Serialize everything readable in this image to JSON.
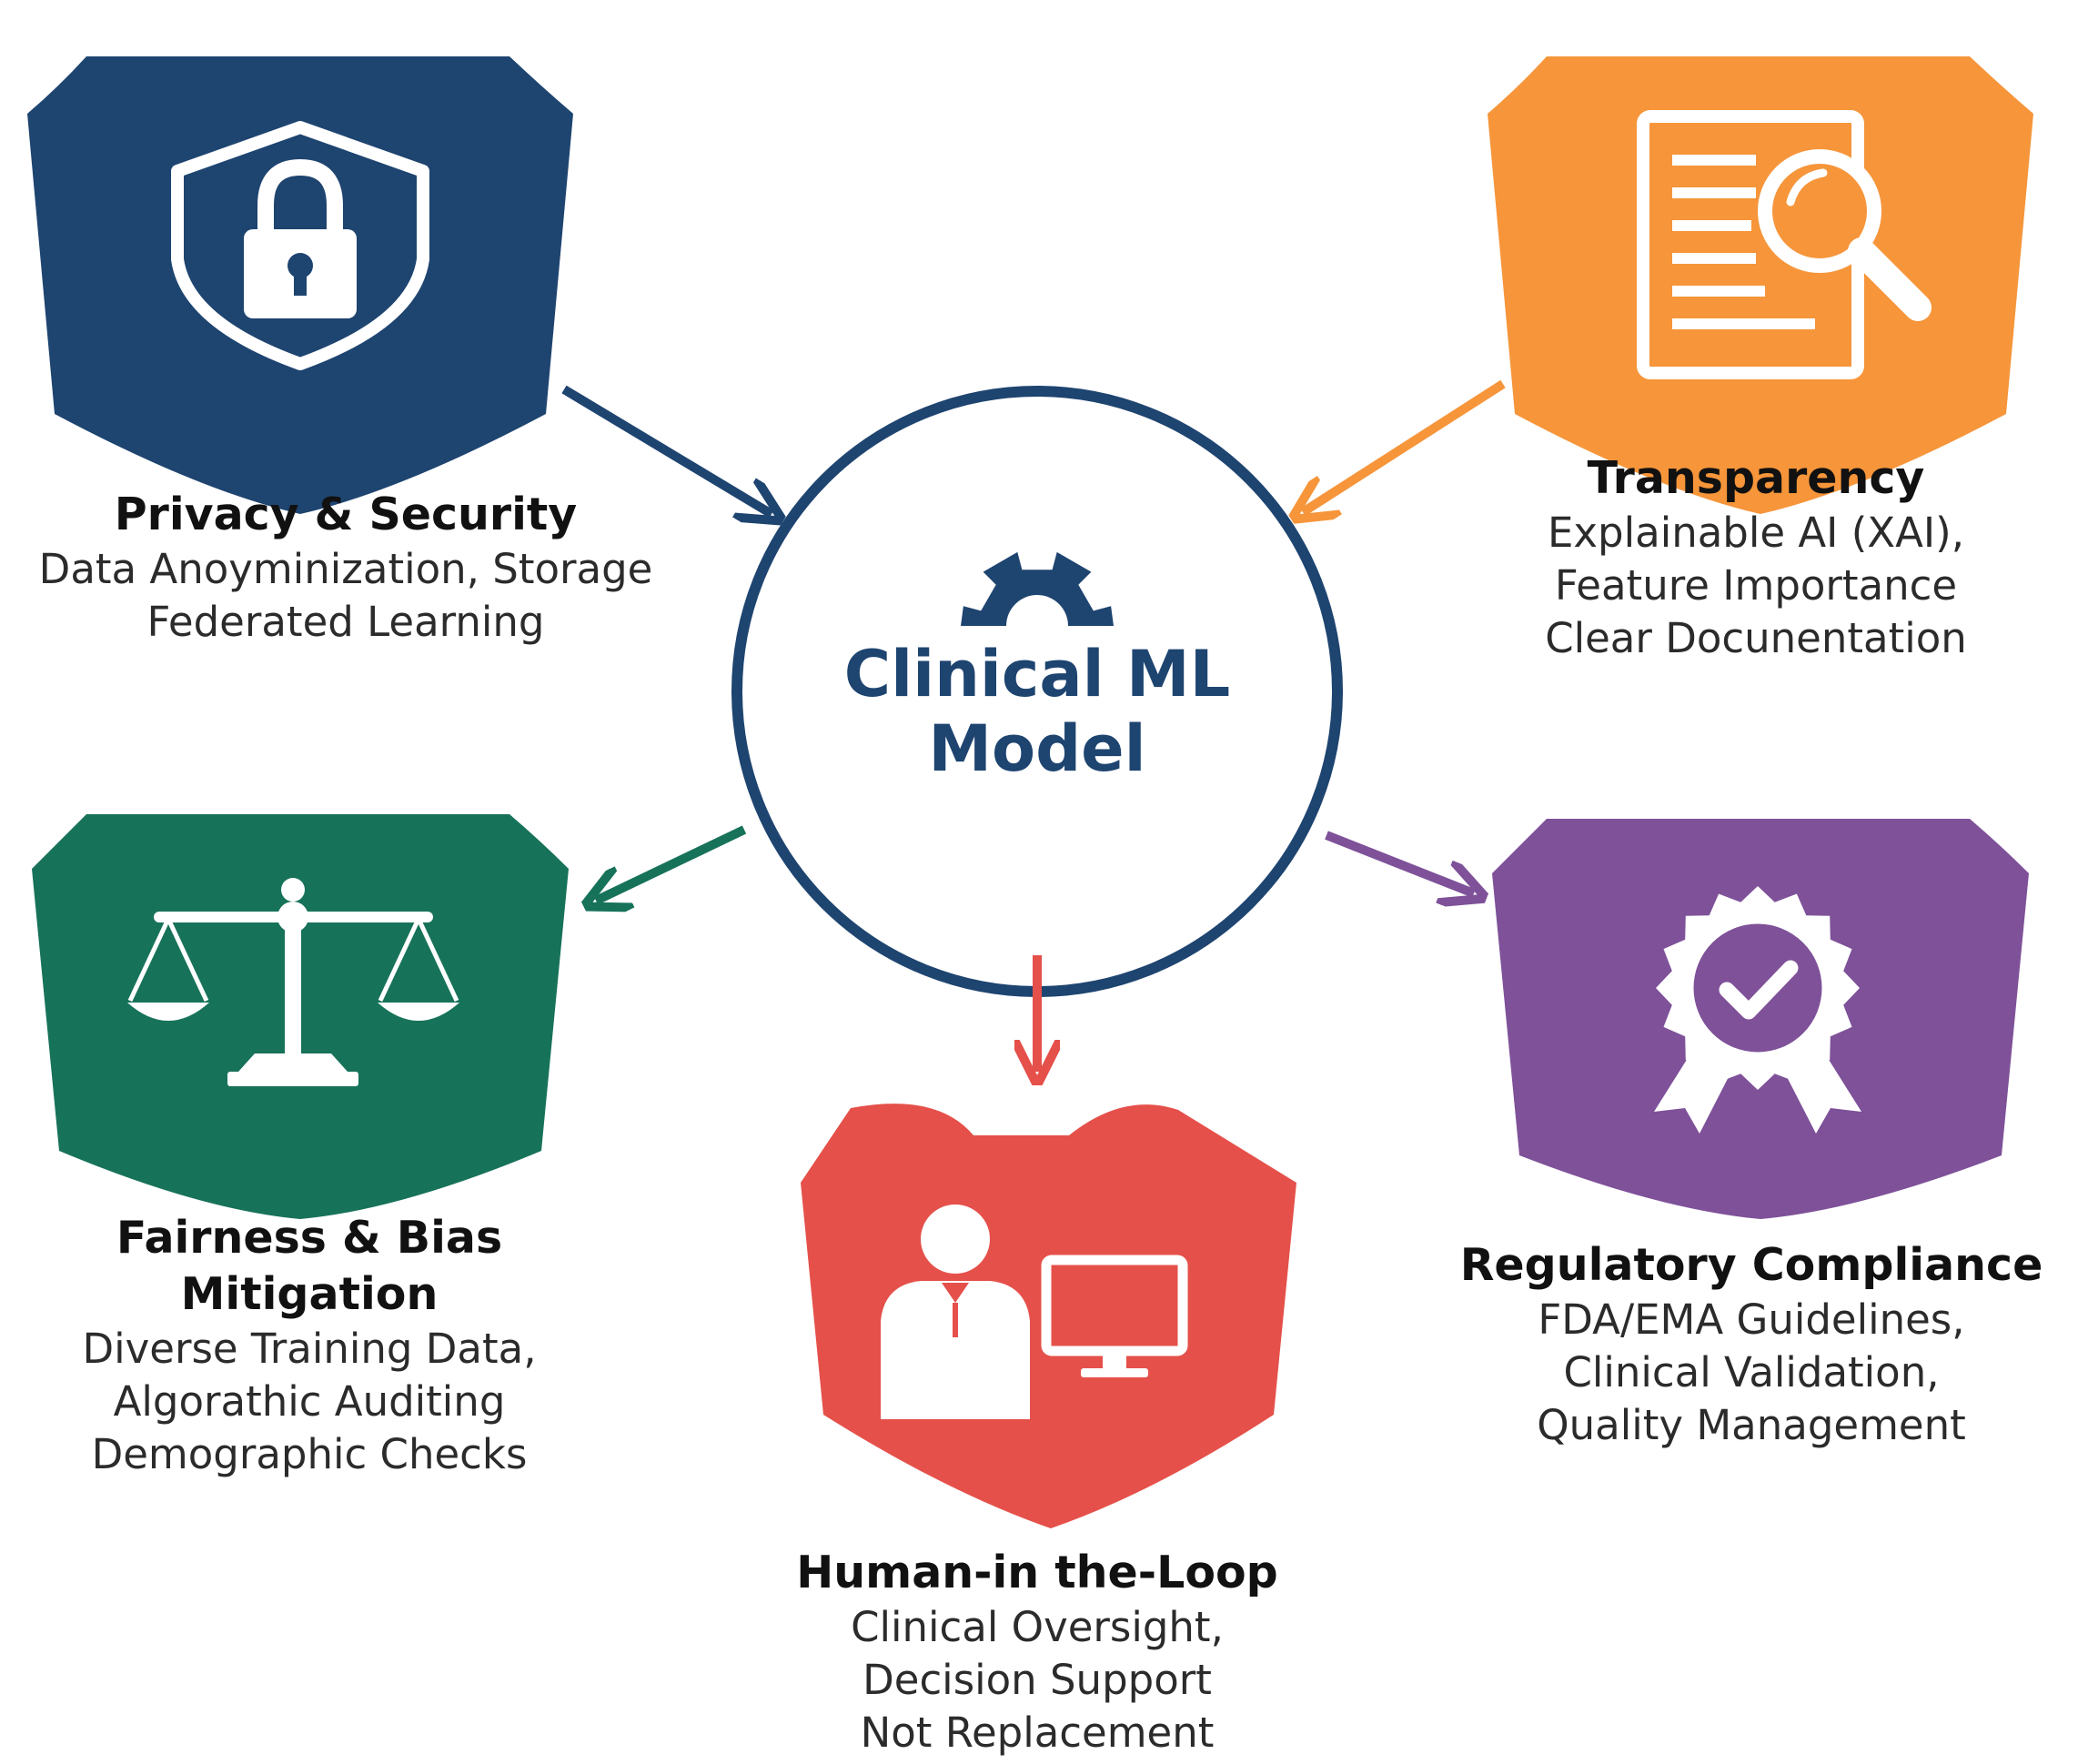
{
  "center": {
    "line1": "Clinical ML",
    "line2": "Model",
    "color": "#1e4470"
  },
  "nodes": [
    {
      "id": "privacy",
      "title": "Privacy & Security",
      "lines": [
        "Data Anoyminization, Storage",
        "Federated Learning"
      ],
      "color": "#1e4470",
      "icon": "lock-shield-icon"
    },
    {
      "id": "transparency",
      "title": "Transparency",
      "lines": [
        "Explainable AI (XAI),",
        "Feature Importance",
        "Clear Docunentation"
      ],
      "color": "#f6953a",
      "icon": "document-search-icon"
    },
    {
      "id": "fairness",
      "title_lines": [
        "Fairness & Bias",
        "Mitigation"
      ],
      "lines": [
        "Diverse Training Data,",
        "Algorathic Auditing",
        "Demographic Checks"
      ],
      "color": "#17725a",
      "icon": "balance-scale-icon"
    },
    {
      "id": "human",
      "title": "Human-in the-Loop",
      "lines": [
        "Clinical Oversight,",
        "Decision Support",
        "Not Replacement"
      ],
      "color": "#e5504a",
      "icon": "clinician-monitor-icon"
    },
    {
      "id": "regulatory",
      "title": "Regulatory Compliance",
      "lines": [
        "FDA/EMA Guidelines,",
        "Clinical Validation,",
        "Quality Management"
      ],
      "color": "#7e5199",
      "icon": "certified-badge-icon"
    }
  ]
}
